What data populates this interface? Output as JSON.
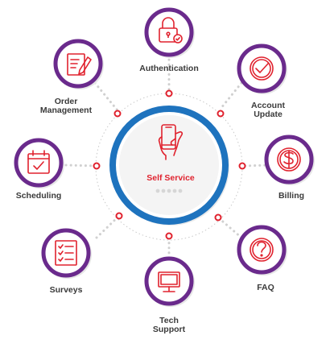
{
  "center": {
    "title": "Self Service"
  },
  "nodes": [
    {
      "id": "authentication",
      "lines": [
        "Authentication"
      ],
      "icon": "lock-icon"
    },
    {
      "id": "account-update",
      "lines": [
        "Account",
        "Update"
      ],
      "icon": "checkmark-icon"
    },
    {
      "id": "billing",
      "lines": [
        "Billing"
      ],
      "icon": "dollar-coin-icon"
    },
    {
      "id": "faq",
      "lines": [
        "FAQ"
      ],
      "icon": "question-icon"
    },
    {
      "id": "tech-support",
      "lines": [
        "Tech",
        "Support"
      ],
      "icon": "monitor-icon"
    },
    {
      "id": "surveys",
      "lines": [
        "Surveys"
      ],
      "icon": "checklist-icon"
    },
    {
      "id": "scheduling",
      "lines": [
        "Scheduling"
      ],
      "icon": "calendar-icon"
    },
    {
      "id": "order-management",
      "lines": [
        "Order",
        "Management"
      ],
      "icon": "document-edit-icon"
    }
  ],
  "colors": {
    "accent_red": "#e0222e",
    "ring_blue": "#1e73be",
    "node_purple": "#6a2a8c",
    "label_gray": "#3a3a3a",
    "dot_gray": "#d0d0d0"
  }
}
